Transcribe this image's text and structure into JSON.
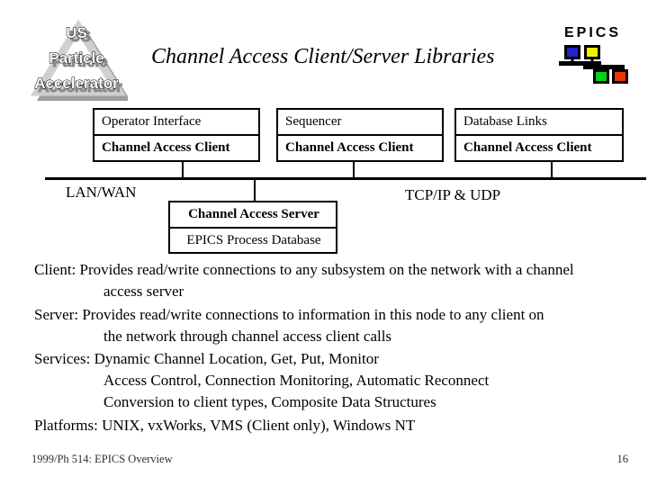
{
  "slide": {
    "title": "Channel Access Client/Server Libraries",
    "brand": "EPICS",
    "logo": {
      "line1": "US",
      "line2": "Particle",
      "line3": "Accelerator"
    },
    "footer": "1999/Ph 514: EPICS Overview",
    "page_number": "16"
  },
  "diagram": {
    "boxes": [
      {
        "title": "Operator Interface",
        "subtitle": "Channel Access Client"
      },
      {
        "title": "Sequencer",
        "subtitle": "Channel Access Client"
      },
      {
        "title": "Database Links",
        "subtitle": "Channel Access Client"
      }
    ],
    "server_box": {
      "title": "Channel Access Server",
      "subtitle": "EPICS Process Database"
    },
    "left_label": "LAN/WAN",
    "right_label": "TCP/IP & UDP"
  },
  "body": {
    "lines": [
      {
        "text": "Client: Provides read/write connections to any subsystem on the network with a channel"
      },
      {
        "text": "access server"
      },
      {
        "text": "Server: Provides read/write connections to information in this node to any client on"
      },
      {
        "text": "the network through channel access client calls"
      },
      {
        "text": "Services: Dynamic Channel Location, Get, Put, Monitor"
      },
      {
        "text": "Access Control, Connection Monitoring, Automatic Reconnect"
      },
      {
        "text": "Conversion to client types, Composite Data Structures"
      },
      {
        "text": "Platforms: UNIX, vxWorks, VMS (Client only), Windows NT"
      }
    ]
  },
  "icon_colors": {
    "blue": "#2222cc",
    "yellow": "#f2ef00",
    "green": "#00d21e",
    "red": "#ef3300",
    "bar": "#000000"
  }
}
